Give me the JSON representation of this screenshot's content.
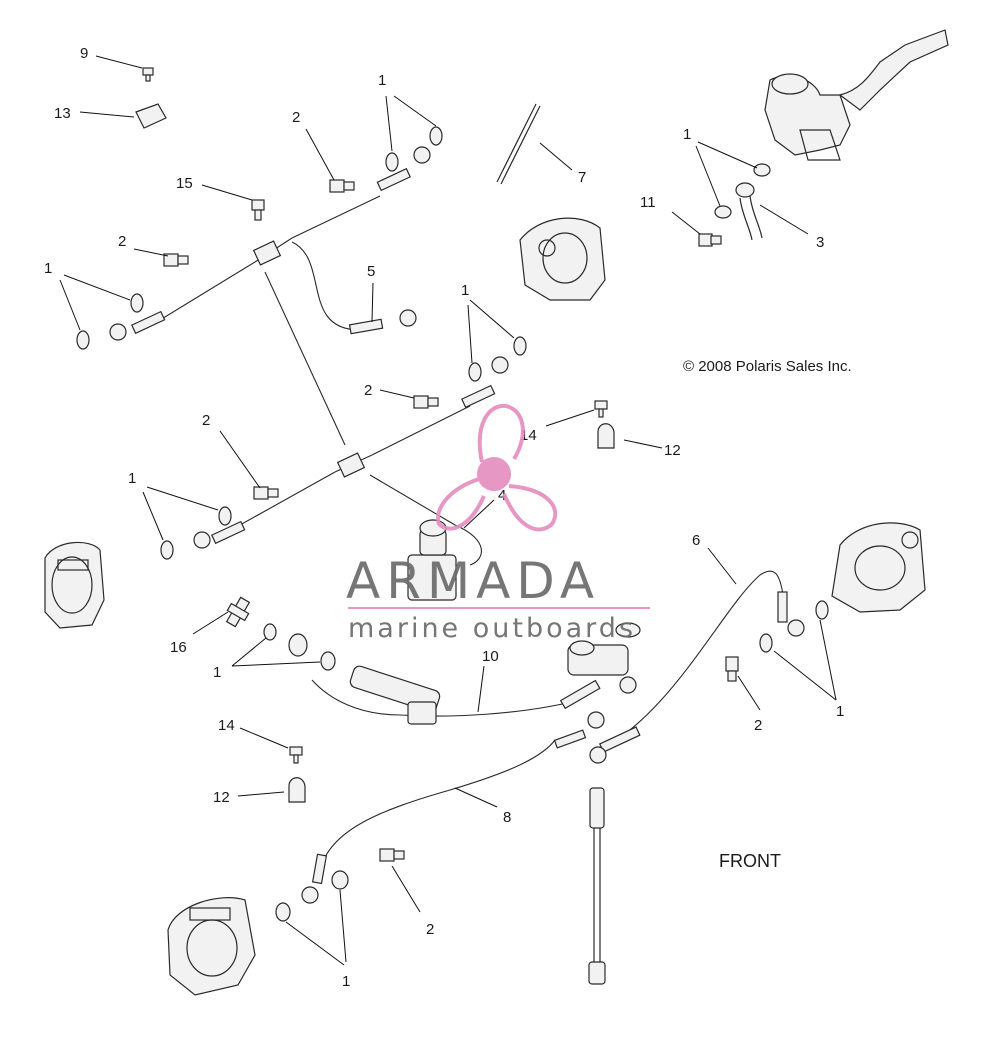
{
  "callouts": [
    {
      "id": "c9",
      "label": "9"
    },
    {
      "id": "c13",
      "label": "13"
    },
    {
      "id": "c15",
      "label": "15"
    },
    {
      "id": "c2a",
      "label": "2"
    },
    {
      "id": "c1a",
      "label": "1"
    },
    {
      "id": "c2b",
      "label": "2"
    },
    {
      "id": "c1b",
      "label": "1"
    },
    {
      "id": "c7",
      "label": "7"
    },
    {
      "id": "c1c",
      "label": "1"
    },
    {
      "id": "c11",
      "label": "11"
    },
    {
      "id": "c3",
      "label": "3"
    },
    {
      "id": "c5",
      "label": "5"
    },
    {
      "id": "c1d",
      "label": "1"
    },
    {
      "id": "c2c",
      "label": "2"
    },
    {
      "id": "c14a",
      "label": "14"
    },
    {
      "id": "c12a",
      "label": "12"
    },
    {
      "id": "c2d",
      "label": "2"
    },
    {
      "id": "c1e",
      "label": "1"
    },
    {
      "id": "c4",
      "label": "4"
    },
    {
      "id": "c6",
      "label": "6"
    },
    {
      "id": "c16",
      "label": "16"
    },
    {
      "id": "c1f",
      "label": "1"
    },
    {
      "id": "c10",
      "label": "10"
    },
    {
      "id": "c2e",
      "label": "2"
    },
    {
      "id": "c1g",
      "label": "1"
    },
    {
      "id": "c14b",
      "label": "14"
    },
    {
      "id": "c12b",
      "label": "12"
    },
    {
      "id": "c8",
      "label": "8"
    },
    {
      "id": "c2f",
      "label": "2"
    },
    {
      "id": "c1h",
      "label": "1"
    }
  ],
  "copyright": "© 2008 Polaris Sales Inc.",
  "front_label": "FRONT",
  "watermark": {
    "brand": "ARMADA",
    "subtitle": "marine outboards",
    "accent_color": "#e58fc0",
    "text_color": "#6b6b6b"
  }
}
